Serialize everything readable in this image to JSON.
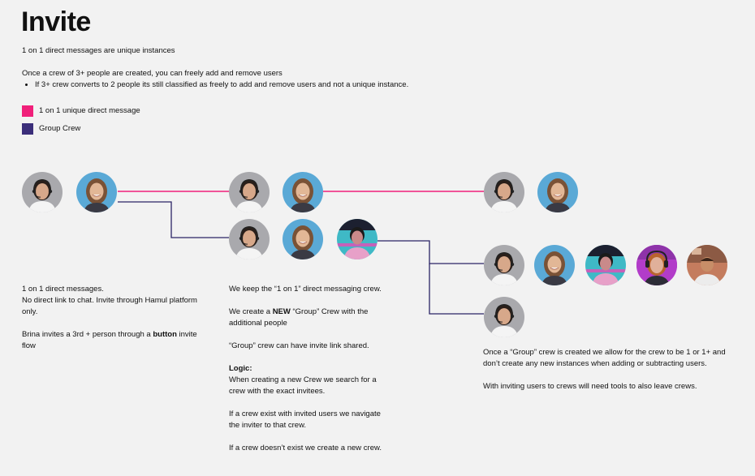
{
  "title": "Invite",
  "intro": {
    "line1": "1 on 1 direct messages are unique instances",
    "line2": "Once a crew of 3+ people are created, you can freely add and remove users",
    "bullet": "If 3+ crew converts to 2 people its still classified as freely to add and remove users and not a unique instance."
  },
  "legend": [
    {
      "label": "1 on 1 unique direct message",
      "color": "#f0207a"
    },
    {
      "label": "Group Crew",
      "color": "#3b2e7a"
    }
  ],
  "colors": {
    "pink": "#f0207a",
    "navy": "#2b2466",
    "bg_grey": "#a9a9ad",
    "bg_blue": "#5aa9d6",
    "bg_neon": "#3fb9c6",
    "bg_purple": "#b23cc9",
    "bg_room": "#c47c5e"
  },
  "avatars": [
    {
      "id": "a1",
      "person": "woman-headset",
      "bg": "grey"
    },
    {
      "id": "a2",
      "person": "woman-smiling",
      "bg": "blue"
    },
    {
      "id": "a3",
      "person": "woman-headset",
      "bg": "grey"
    },
    {
      "id": "a4",
      "person": "woman-smiling",
      "bg": "blue"
    },
    {
      "id": "a5",
      "person": "woman-headset",
      "bg": "grey"
    },
    {
      "id": "a6",
      "person": "woman-smiling",
      "bg": "blue"
    },
    {
      "id": "a7",
      "person": "gamer-neon",
      "bg": "neon"
    },
    {
      "id": "a8",
      "person": "woman-headset",
      "bg": "grey"
    },
    {
      "id": "a9",
      "person": "woman-smiling",
      "bg": "blue"
    },
    {
      "id": "a10",
      "person": "woman-headset",
      "bg": "grey"
    },
    {
      "id": "a11",
      "person": "woman-smiling",
      "bg": "blue"
    },
    {
      "id": "a12",
      "person": "gamer-neon",
      "bg": "neon"
    },
    {
      "id": "a13",
      "person": "woman-headphones",
      "bg": "purple"
    },
    {
      "id": "a14",
      "person": "man-room",
      "bg": "room"
    },
    {
      "id": "a15",
      "person": "woman-headset",
      "bg": "grey"
    }
  ],
  "notes": {
    "left": {
      "p1a": "1 on 1 direct messages.",
      "p1b": "No direct link to chat. Invite through Hamul platform only.",
      "p2_pre": "Brina invites a 3rd + person through a ",
      "p2_bold": "button",
      "p2_post": " invite flow"
    },
    "middle": {
      "p1": "We keep the “1 on 1” direct messaging crew.",
      "p2_pre": "We create a ",
      "p2_bold": "NEW",
      "p2_post": " “Group” Crew with the additional people",
      "p3": "“Group” crew can have invite link shared.",
      "logic_label": "Logic:",
      "p4": "When creating a new Crew we search for a crew with the exact invitees.",
      "p5": "If a crew exist with invited users we navigate the inviter to that crew.",
      "p6": "If a crew doesn’t exist we create a new crew."
    },
    "right": {
      "p1": "Once a “Group” crew is created we allow for the crew to be 1 or 1+ and don’t create any new instances when adding or subtracting users.",
      "p2": "With inviting users to crews will need tools to also leave crews."
    }
  }
}
